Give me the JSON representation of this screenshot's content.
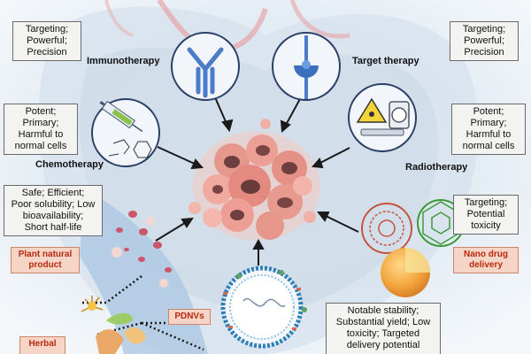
{
  "modalities": {
    "immunotherapy": "Immunotherapy",
    "target_therapy": "Target therapy",
    "chemotherapy": "Chemotherapy",
    "radiotherapy": "Radiotherapy"
  },
  "boxes": {
    "top_left": [
      "Targeting;",
      "Powerful;",
      "Precision"
    ],
    "top_right": [
      "Targeting;",
      "Powerful;",
      "Precision"
    ],
    "mid_left": [
      "Potent;",
      "Primary;",
      "Harmful to",
      "normal cells"
    ],
    "mid_right": [
      "Potent;",
      "Primary;",
      "Harmful to",
      "normal cells"
    ],
    "plant": [
      "Safe; Efficient;",
      "Poor solubility; Low",
      "bioavailability;",
      "Short half-life"
    ],
    "nano": [
      "Targeting;",
      "Potential",
      "toxicity"
    ],
    "pdnv": [
      "Notable stability;",
      "Substantial yield; Low",
      "toxicity; Targeted",
      "delivery potential"
    ]
  },
  "tags": {
    "plant": [
      "Plant natural",
      "product"
    ],
    "nano": [
      "Nano drug",
      "delivery"
    ],
    "pdnv": [
      "PDNVs"
    ],
    "herbal": [
      "Herbal"
    ]
  },
  "icons": {
    "immunotherapy": "antibody-icon",
    "target_therapy": "receptor-icon",
    "chemotherapy": "syringe-molecule-icon",
    "radiotherapy": "radiation-machine-icon",
    "tumor": "tumor-cells",
    "vesicle": "nanovesicle",
    "plants": "herbal-plants",
    "nanoparticles": "nanoparticle-icon"
  }
}
